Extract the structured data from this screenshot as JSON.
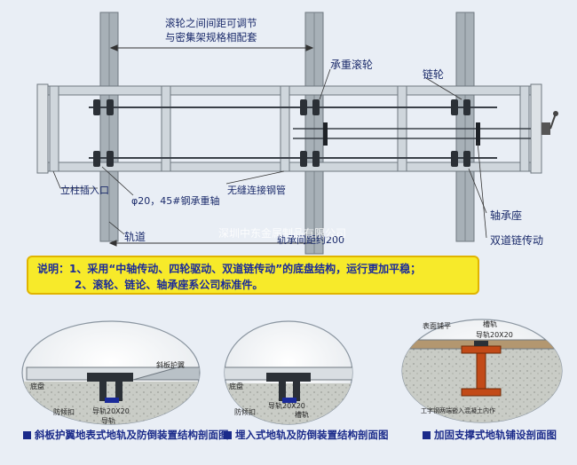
{
  "top": {
    "roller_spacing_line1": "滚轮之间间距可调节",
    "roller_spacing_line2": "与密集架规格相配套",
    "load_roller": "承重滚轮",
    "sprocket": "链轮",
    "column_slot": "立柱插入口",
    "axle": "φ20，45#钢承重轴",
    "steel_tube": "无缝连接钢管",
    "bearing_seat": "轴承座",
    "rail": "轨道",
    "rail_spacing": "轨承间距约200",
    "double_chain": "双道链传动"
  },
  "watermark": "深圳中东金属制品有限公司",
  "note": {
    "line1": "说明：1、采用“中轴传动、四轮驱动、双道链传动”的底盘结构，运行更加平稳；",
    "line2": "2、滚轮、链论、轴承座系公司标准件。"
  },
  "sections": {
    "s1": {
      "floor": "底盘",
      "anti_tip": "防倾扣",
      "guard": "斜板护翼",
      "rail": "导轨",
      "rail_size": "导轨20X20"
    },
    "s2": {
      "floor": "底盘",
      "anti_tip": "防倾扣",
      "rail": "槽轨",
      "rail_size": "导轨20X20"
    },
    "s3": {
      "surface": "表面铺平",
      "groove": "槽轨",
      "rail_size": "导轨20X20",
      "concrete": "工字钢两端嵌入混凝土内作"
    }
  },
  "captions": {
    "c1": "斜板护翼地表式地轨及防倒装置结构剖面图",
    "c2": "埋入式地轨及防倒装置结构剖面图",
    "c3": "加固支撑式地轨铺设剖面图"
  },
  "colors": {
    "frame": "#8a95a0",
    "label": "#1a2a6a",
    "note_bg": "#f7ea2a",
    "caption": "#1a2a8a",
    "rail_red": "#c24a18"
  }
}
